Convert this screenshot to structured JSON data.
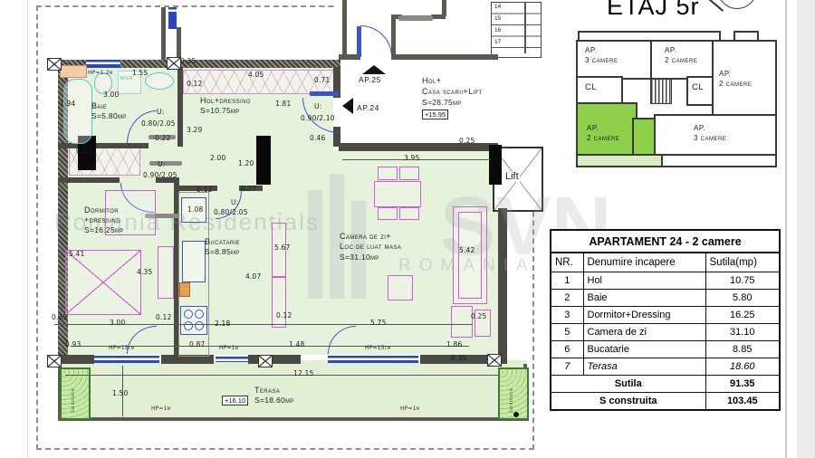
{
  "header": {
    "title": "ETAJ 5r"
  },
  "watermark": {
    "line": "Romania Residentials",
    "brand": "SVN",
    "sub": "ROMANIA"
  },
  "plan": {
    "rooms": {
      "baie": {
        "name": "Baie",
        "area": "S=5.80mp"
      },
      "hol": {
        "name": "Hol+dressing",
        "area": "S=10.75mp"
      },
      "dormitor": {
        "l1": "Dormitor",
        "l2": "+dressing",
        "area": "S=16.25mp"
      },
      "bucatarie": {
        "name": "Bucatarie",
        "area": "S=8.85mp"
      },
      "living": {
        "l1": "Camera de zi+",
        "l2": "Loc de luat masa",
        "area": "S=31.10mp"
      },
      "scara": {
        "l1": "Hol+",
        "l2": "Casa scarii+Lift",
        "area": "S=28.75mp",
        "level": "+15.95"
      },
      "terasa": {
        "name": "Terasa",
        "area": "S=18.60mp",
        "level": "+16.10"
      },
      "lift": "Lift"
    },
    "markers": {
      "ap24": "AP.24",
      "ap25": "AP.25",
      "msr": "MSR",
      "jardiniera": "Jardiniera"
    },
    "stairs": [
      "14",
      "15",
      "16",
      "17"
    ],
    "dims": [
      "0.25",
      "1.55",
      "HP=1.2m",
      "3.00",
      "1.94",
      "0.12",
      "4.05",
      "0.12",
      "0.71",
      "1.81",
      "U:",
      "0.90/2.10",
      "0.46",
      "3.29",
      "0.22",
      "U:",
      "0.80/2.05",
      "2.00",
      "1.20",
      "U:",
      "0.90/2.05",
      "0.12",
      "0.27",
      "1.08",
      "U:",
      "0.80/2.05",
      "3.95",
      "0.25",
      "5.67",
      "5.42",
      "5.41",
      "4.35",
      "4.07",
      "0.35",
      "3.00",
      "0.12",
      "2.18",
      "0.12",
      "5.75",
      "0.25",
      "0.93",
      "HP=15cm",
      "0.87",
      "HP=1m",
      "1.48",
      "HP=15cm",
      "1.86",
      "0.35",
      "12.15",
      "1.50",
      "HP=1m",
      "HP=1m"
    ]
  },
  "keyplan": {
    "units": {
      "tl": {
        "l1": "AP.",
        "l2": "3 camere"
      },
      "tm": {
        "l1": "AP.",
        "l2": "2 camere"
      },
      "r": {
        "l1": "AP.",
        "l2": "2 camere"
      },
      "cl1": "CL",
      "cl2": "CL",
      "green": {
        "l1": "AP.",
        "l2": "2 camere"
      },
      "bottom": {
        "l1": "AP.",
        "l2": "3 camere"
      }
    }
  },
  "table": {
    "title": "APARTAMENT 24 - 2 camere",
    "headers": {
      "nr": "NR.",
      "name": "Denumire incapere",
      "area": "Sutila(mp)"
    },
    "rows": [
      {
        "nr": "1",
        "name": "Hol",
        "area": "10.75"
      },
      {
        "nr": "2",
        "name": "Baie",
        "area": "5.80"
      },
      {
        "nr": "3",
        "name": "Dormitor+Dressing",
        "area": "16.25"
      },
      {
        "nr": "5",
        "name": "Camera de zi",
        "area": "31.10"
      },
      {
        "nr": "6",
        "name": "Bucatarie",
        "area": "8.85"
      },
      {
        "nr": "7",
        "name": "Terasa",
        "area": "18.60"
      }
    ],
    "totals": [
      {
        "label": "Sutila",
        "value": "91.35"
      },
      {
        "label": "S construita",
        "value": "103.45"
      }
    ]
  },
  "colors": {
    "plan_green": "#e7f2dc",
    "highlight_green": "#8ed04c",
    "terrace_green": "#d9edc2",
    "furniture_pink": "#cf5fd0",
    "fixture_cyan": "#58bfd6",
    "window_blue": "#2a46c8"
  }
}
